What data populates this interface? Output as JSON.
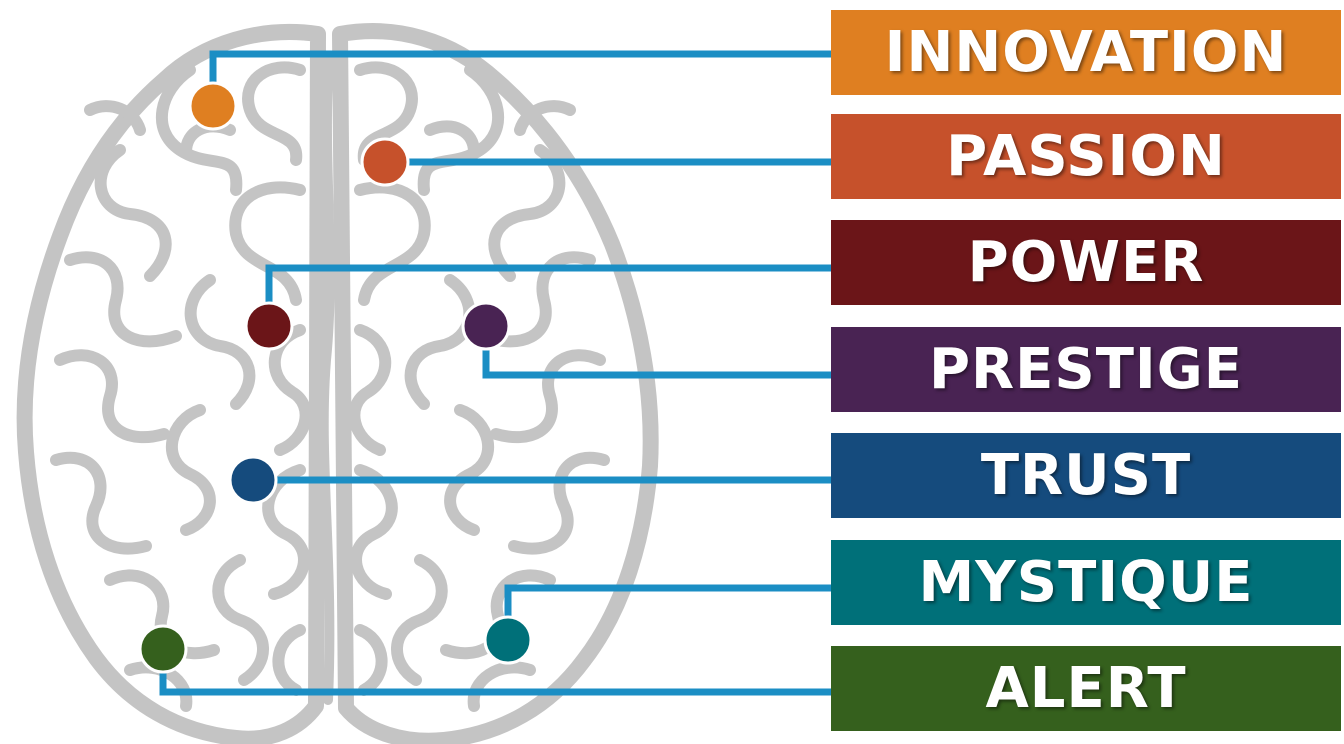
{
  "colors": {
    "connector": "#1b8ec4",
    "brain_outline": "#c4c4c4"
  },
  "labels": [
    {
      "text": "INNOVATION",
      "color": "#df7f21"
    },
    {
      "text": "PASSION",
      "color": "#c6512b"
    },
    {
      "text": "POWER",
      "color": "#6b1518"
    },
    {
      "text": "PRESTIGE",
      "color": "#492353"
    },
    {
      "text": "TRUST",
      "color": "#154b7d"
    },
    {
      "text": "MYSTIQUE",
      "color": "#007079"
    },
    {
      "text": "ALERT",
      "color": "#35601d"
    }
  ]
}
